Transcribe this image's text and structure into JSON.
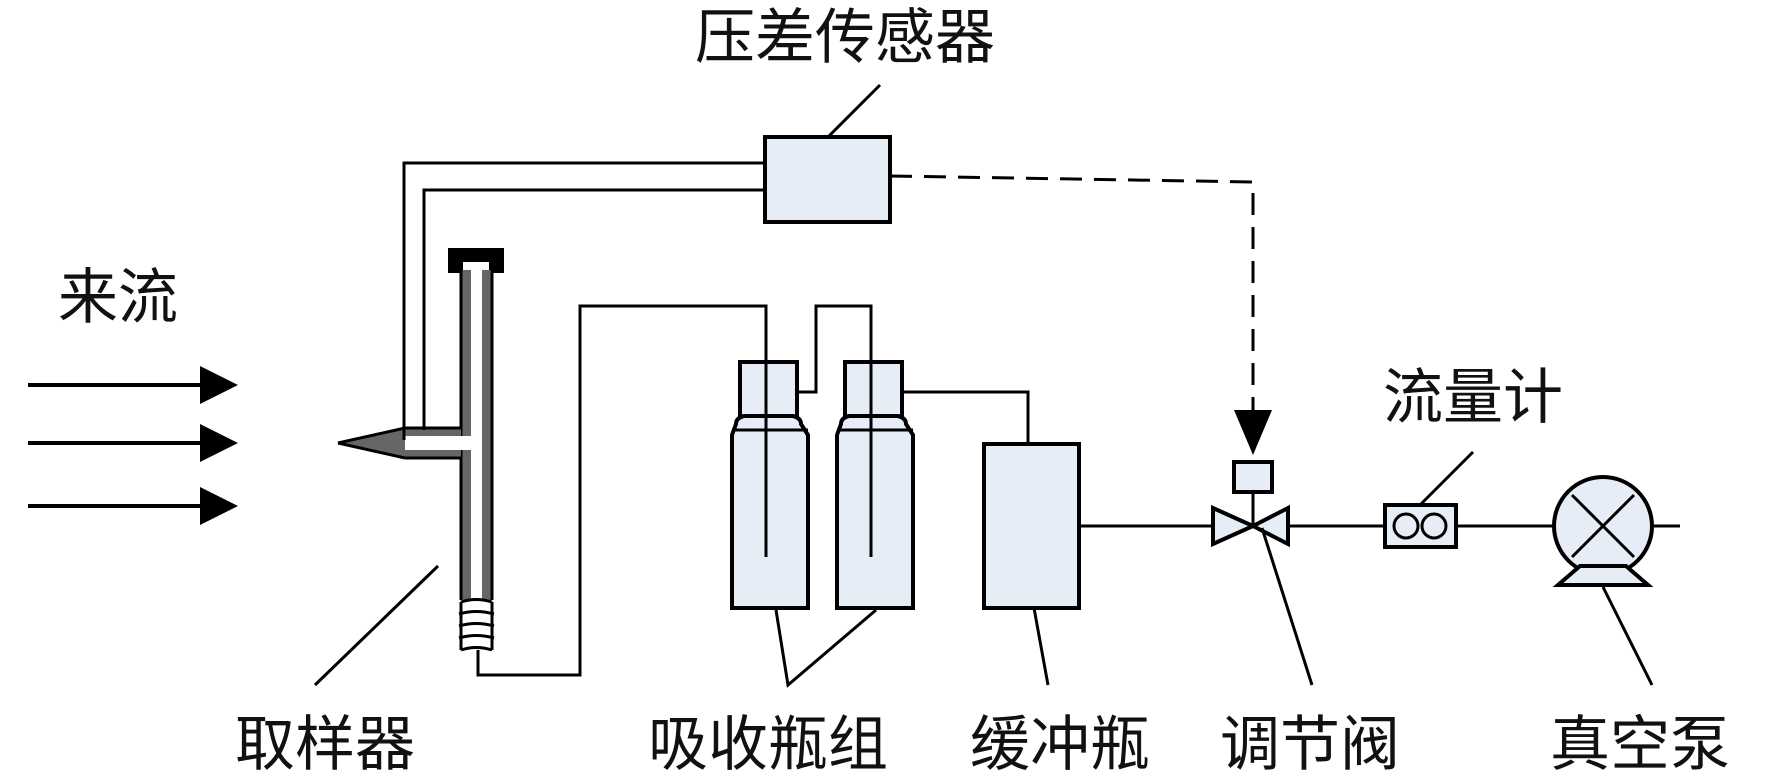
{
  "labels": {
    "incoming_flow": "来流",
    "pressure_sensor": "压差传感器",
    "sampler": "取样器",
    "absorption_bottles": "吸收瓶组",
    "buffer_bottle": "缓冲瓶",
    "control_valve": "调节阀",
    "flow_meter": "流量计",
    "vacuum_pump": "真空泵"
  },
  "colors": {
    "stroke": "#000000",
    "component_fill": "#e6edf7",
    "probe_gray": "#666666"
  }
}
